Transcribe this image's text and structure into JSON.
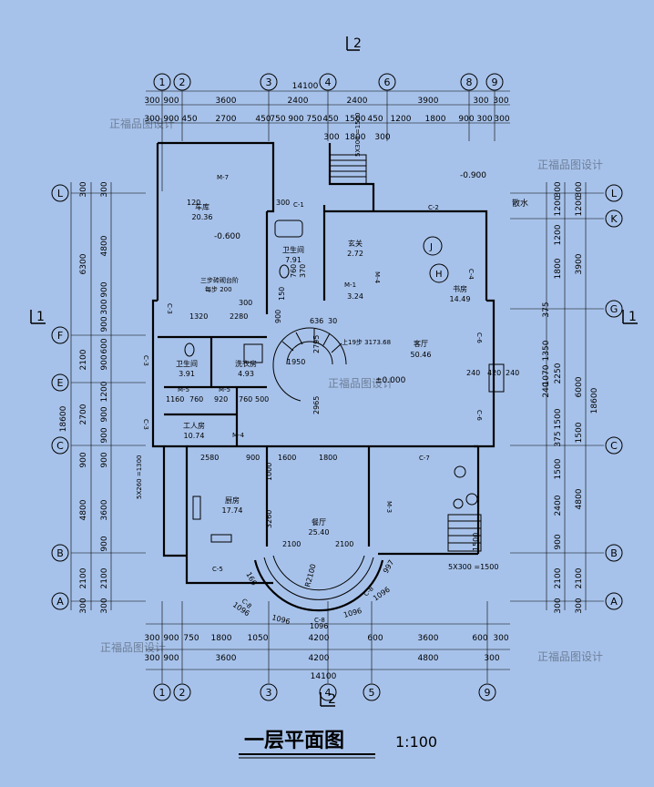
{
  "drawing": {
    "title": "一层平面图",
    "scale": "1:100"
  },
  "section_markers": {
    "top": "2",
    "bottom": "2",
    "left": "1",
    "right": "1"
  },
  "grid_columns": {
    "top": [
      "1",
      "2",
      "3",
      "4",
      "6",
      "8",
      "9"
    ],
    "bottom": [
      "1",
      "2",
      "3",
      "4",
      "5",
      "9"
    ]
  },
  "grid_rows": {
    "left": [
      "L",
      "F",
      "E",
      "C",
      "B",
      "A"
    ],
    "right": [
      "L",
      "K",
      "G",
      "C",
      "B",
      "A"
    ]
  },
  "dims_top": {
    "total": "14100",
    "row2": [
      "300",
      "900",
      "3600",
      "2400",
      "2400",
      "3900",
      "300",
      "300"
    ],
    "row3": [
      "300",
      "900",
      "450",
      "2700",
      "450",
      "750",
      "900",
      "750",
      "450",
      "1500",
      "450",
      "1200",
      "1800",
      "900",
      "300",
      "300"
    ],
    "entry": [
      "300",
      "1800",
      "300"
    ]
  },
  "dims_bottom": {
    "row1": [
      "300",
      "900",
      "750",
      "1800",
      "1050",
      "4200",
      "600",
      "3600",
      "600",
      "300"
    ],
    "row2": [
      "300",
      "900",
      "3600",
      "4200",
      "4800",
      "300"
    ],
    "total": "14100"
  },
  "dims_left": {
    "total": "18600",
    "outer": [
      "300",
      "6300",
      "2100",
      "2700",
      "900",
      "4800",
      "2100",
      "300"
    ],
    "inner": [
      "300",
      "4800",
      "900",
      "300",
      "900",
      "600",
      "900",
      "1200",
      "900",
      "900",
      "900",
      "3600",
      "900",
      "2100",
      "300"
    ]
  },
  "dims_right": {
    "total": "18600",
    "outer": [
      "300",
      "1200",
      "3900",
      "6000",
      "1500",
      "4800",
      "2100",
      "300"
    ],
    "inner": [
      "300",
      "1200",
      "1200",
      "1800",
      "375",
      "1350",
      "1070",
      "240",
      "2250",
      "1500",
      "375",
      "1500",
      "2400",
      "900",
      "2100",
      "300"
    ]
  },
  "rooms": [
    {
      "name": "车库",
      "area": "20.36"
    },
    {
      "name": "卫生间",
      "area": "7.91"
    },
    {
      "name": "玄关",
      "area": "2.72"
    },
    {
      "name": "书房",
      "area": "14.49"
    },
    {
      "name": "客厅",
      "area": "50.46"
    },
    {
      "name": "卫生间",
      "area": "3.91"
    },
    {
      "name": "洗衣房",
      "area": "4.93"
    },
    {
      "name": "工人房",
      "area": "10.74"
    },
    {
      "name": "厨房",
      "area": "17.74"
    },
    {
      "name": "餐厅",
      "area": "25.40"
    },
    {
      "name": "",
      "area": "3.24"
    }
  ],
  "labels": {
    "elev_garage": "-0.600",
    "elev_entry": "-0.900",
    "elev_main": "±0.000",
    "stair_note": "三步砖砌台阶",
    "stair_steps": "每步 200",
    "stair_up": "上19步 3173.68",
    "drain": "散水",
    "marker_j": "J",
    "marker_h": "H",
    "entry_steps": "5X300\n=1500",
    "side_steps": "5X260\n=1300",
    "rear_steps": "5X300\n=1500",
    "radius": "R2100"
  },
  "doors_windows": [
    "M-7",
    "C-1",
    "M-1",
    "M-4",
    "C-2",
    "C-4",
    "C-3",
    "C-3",
    "C-3",
    "M-5",
    "M-5",
    "M-4",
    "C-6",
    "C-6",
    "C-7",
    "M-3",
    "C-5",
    "C-8",
    "C-8",
    "C-8"
  ],
  "misc_dims": [
    "120",
    "300",
    "1320",
    "2280",
    "300",
    "900",
    "636",
    "30",
    "2795",
    "1950",
    "2965",
    "1160",
    "760",
    "920",
    "760",
    "500",
    "2580",
    "900",
    "1600",
    "1800",
    "1000",
    "3260",
    "2100",
    "2100",
    "1500",
    "1096",
    "1096",
    "1096",
    "1096",
    "1096",
    "997",
    "166",
    "240",
    "420",
    "240",
    "760",
    "370",
    "150"
  ],
  "watermark": "正福品图设计"
}
